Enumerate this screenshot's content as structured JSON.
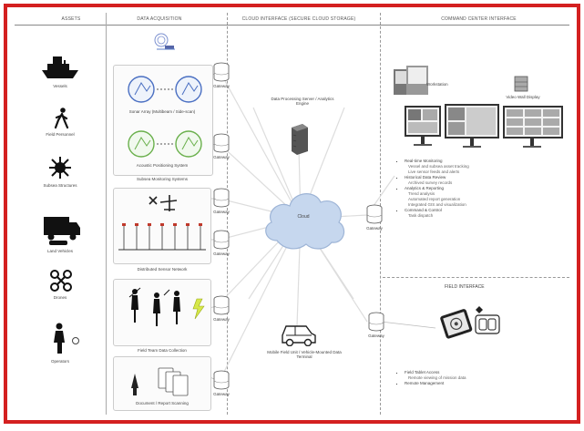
{
  "headers": {
    "assets": "ASSETS",
    "data_acquisition": "DATA ACQUISITION",
    "cloud": "CLOUD INTERFACE (SECURE CLOUD STORAGE)",
    "command_center": "COMMAND CENTER INTERFACE"
  },
  "assets": [
    {
      "label": "Vessels"
    },
    {
      "label": "Field Personnel"
    },
    {
      "label": "Subsea Structures"
    },
    {
      "label": "Land Vehicles"
    },
    {
      "label": "Drones"
    },
    {
      "label": "Operators"
    }
  ],
  "acquisition": {
    "sonar_label_1": "Sonar Array (Multibeam / Side-scan)",
    "sonar_label_2": "Acoustic Positioning System",
    "sonar_caption": "Subsea Monitoring Systems",
    "sensor_caption": "Distributed Sensor Network",
    "field_caption": "Field Team Data Collection",
    "doc_caption": "Document / Report Scanning"
  },
  "gateways": [
    "Gateway",
    "Gateway",
    "Gateway",
    "Gateway",
    "Gateway",
    "Gateway"
  ],
  "cloud": {
    "server_label": "Data Processing Server / Analytics Engine",
    "cloud_label": "Cloud",
    "vehicle_label": "Mobile Field Unit / Vehicle-Mounted Data Terminal"
  },
  "command": {
    "workstation_label": "Workstation",
    "display_label": "Video Wall Display",
    "gateway_right": "Gateway",
    "gateway_bottom": "Gateway",
    "items": [
      {
        "title": "Real-time Monitoring",
        "subs": [
          "Vessel and subsea asset tracking",
          "Live sensor feeds and alerts"
        ]
      },
      {
        "title": "Historical Data Review",
        "subs": [
          "Archived survey records"
        ]
      },
      {
        "title": "Analytics & Reporting",
        "subs": [
          "Trend analysis",
          "Automated report generation",
          "Integrated GIS and visualization"
        ]
      },
      {
        "title": "Command & Control",
        "subs": [
          "Task dispatch"
        ]
      }
    ],
    "lower_title": "FIELD INTERFACE",
    "lower_items": [
      {
        "title": "Field Tablet Access",
        "subs": [
          "Remote viewing of mission data"
        ]
      },
      {
        "title": "Remote Management"
      }
    ]
  }
}
